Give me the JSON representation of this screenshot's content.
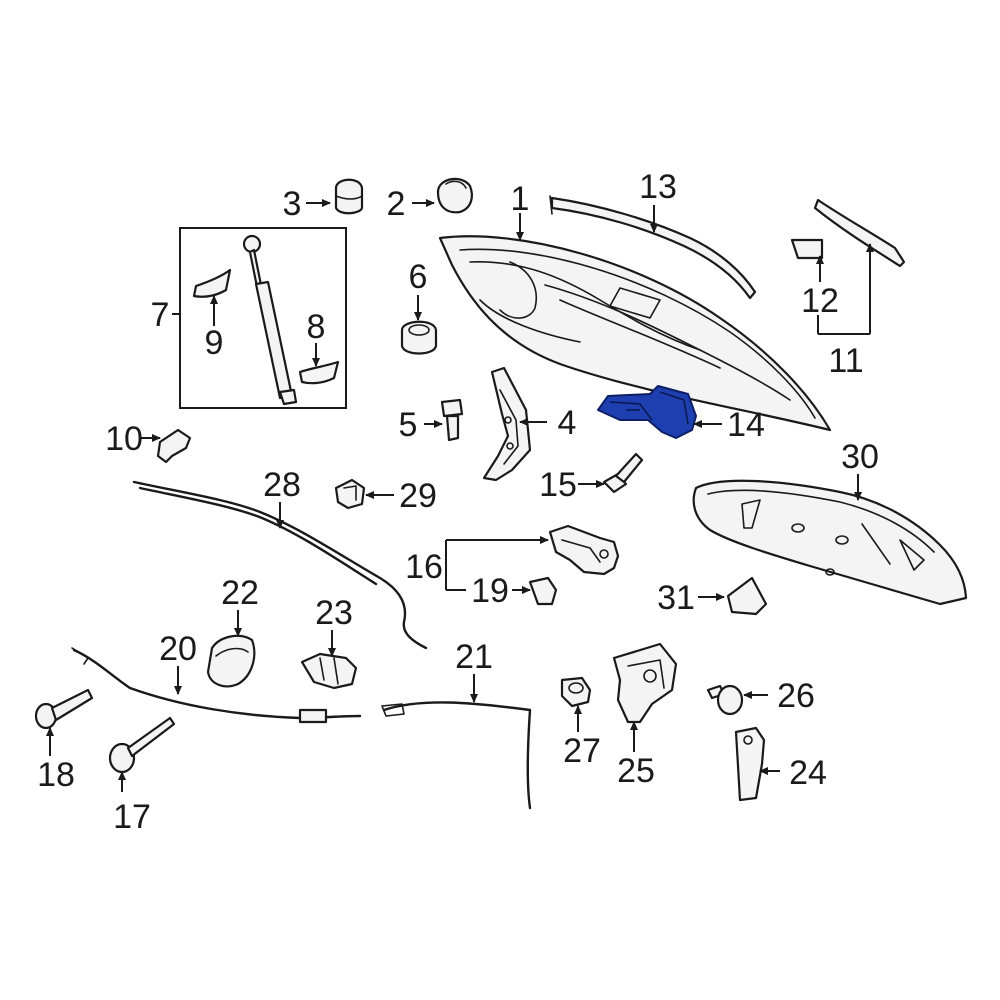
{
  "diagram": {
    "highlight_color": "#1e3fb0",
    "line_color": "#1a1a1a",
    "callouts": {
      "c1": "1",
      "c2": "2",
      "c3": "3",
      "c4": "4",
      "c5": "5",
      "c6": "6",
      "c7": "7",
      "c8": "8",
      "c9": "9",
      "c10": "10",
      "c11": "11",
      "c12": "12",
      "c13": "13",
      "c14": "14",
      "c15": "15",
      "c16": "16",
      "c17": "17",
      "c18": "18",
      "c19": "19",
      "c20": "20",
      "c21": "21",
      "c22": "22",
      "c23": "23",
      "c24": "24",
      "c25": "25",
      "c26": "26",
      "c27": "27",
      "c28": "28",
      "c29": "29",
      "c30": "30",
      "c31": "31"
    },
    "highlighted_part": "14"
  }
}
